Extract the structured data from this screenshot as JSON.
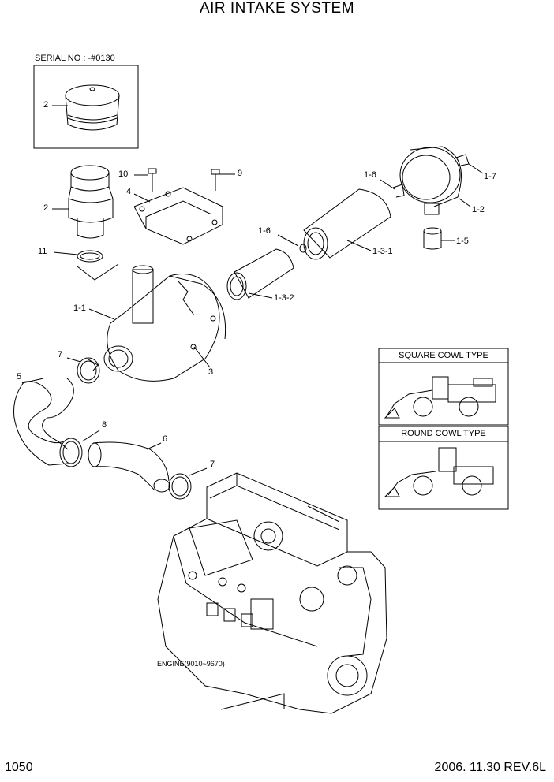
{
  "title": "AIR INTAKE SYSTEM",
  "serial": "SERIAL NO : -#0130",
  "engine_label": "ENGINE(9010~9670)",
  "page_number": "1050",
  "revision": "2006. 11.30  REV.6L",
  "insets": {
    "square": "SQUARE COWL TYPE",
    "round": "ROUND COWL TYPE"
  },
  "callouts": {
    "c2a": "2",
    "c2b": "2",
    "c10": "10",
    "c9": "9",
    "c4": "4",
    "c16a": "1-6",
    "c16b": "1-6",
    "c17": "1-7",
    "c12": "1-2",
    "c15": "1-5",
    "c131": "1-3-1",
    "c132": "1-3-2",
    "c11": "11",
    "c1_1": "1-1",
    "c3": "3",
    "c7a": "7",
    "c7b": "7",
    "c5": "5",
    "c8": "8",
    "c6": "6"
  }
}
